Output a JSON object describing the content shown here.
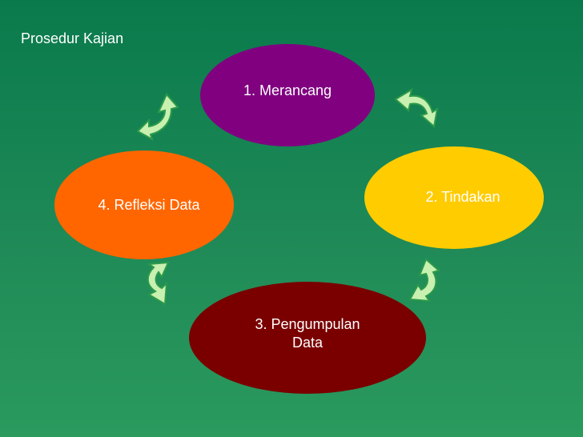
{
  "title": "Prosedur Kajian",
  "steps": [
    {
      "label": "1. Merancang",
      "color": "#800080"
    },
    {
      "label": "2. Tindakan",
      "color": "#ffcc00"
    },
    {
      "label": "3.  Pengumpulan\nData",
      "color": "#7a0000"
    },
    {
      "label": "4. Refleksi Data",
      "color": "#ff6600"
    }
  ],
  "colors": {
    "background": "#1a8050",
    "arrow_fill": "#c8f0b0",
    "arrow_shade": "#2c9a4a"
  },
  "arrows": [
    {
      "icon": "curved-arrow-icon",
      "direction": "top-to-right"
    },
    {
      "icon": "curved-arrow-icon",
      "direction": "right-to-bottom"
    },
    {
      "icon": "curved-arrow-icon",
      "direction": "bottom-to-left"
    },
    {
      "icon": "curved-arrow-icon",
      "direction": "left-to-top"
    }
  ]
}
